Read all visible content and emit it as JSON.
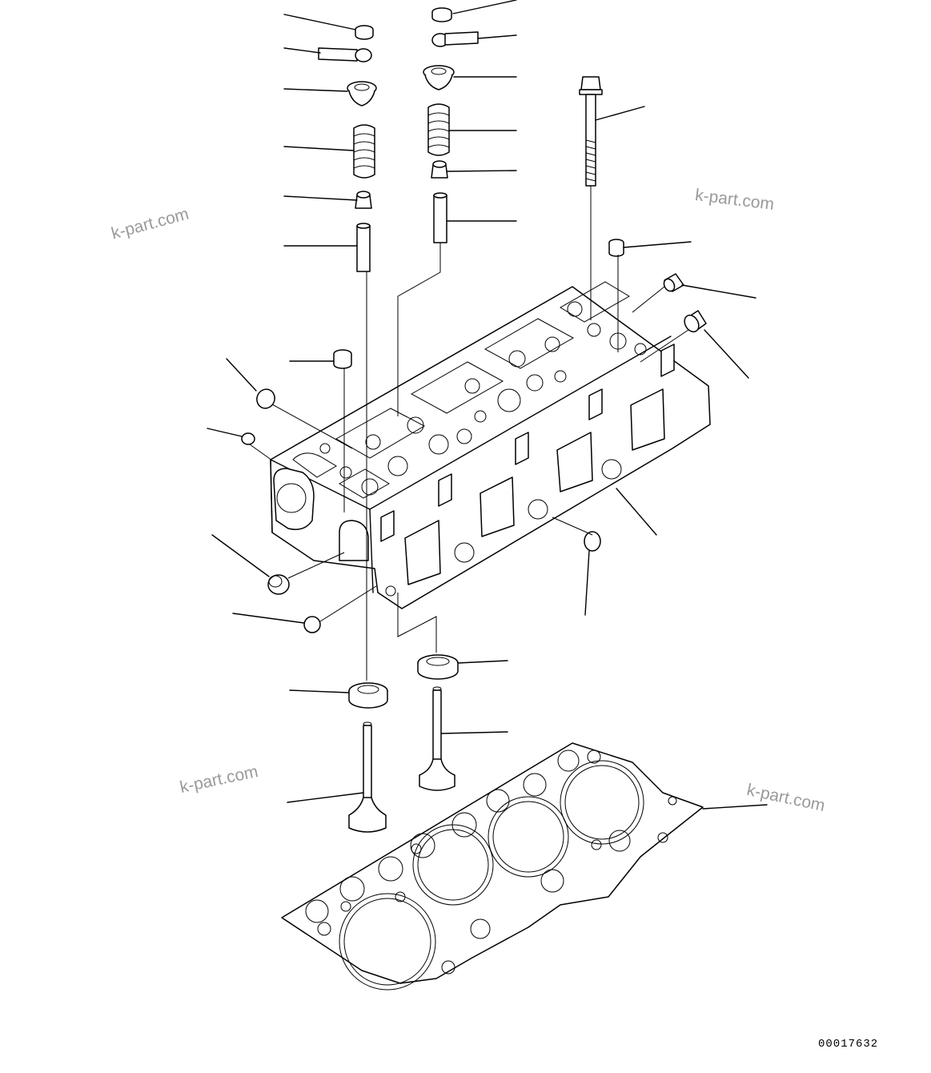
{
  "watermarks": {
    "top_left": "k-part.com",
    "top_right": "k-part.com",
    "bottom_left": "k-part.com",
    "bottom_right": "k-part.com"
  },
  "drawing_number": "00017632"
}
